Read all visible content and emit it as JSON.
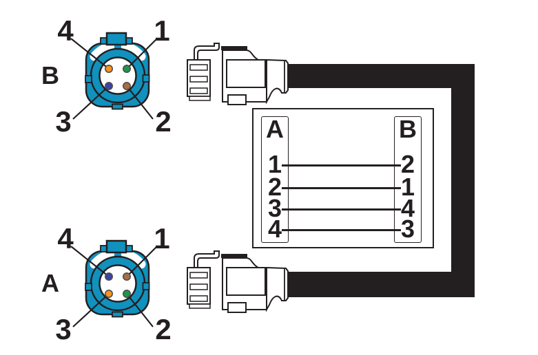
{
  "colors": {
    "teal": "#1191BE",
    "ink": "#231F20",
    "cable": "#231F20",
    "pin-outline": "#4D4D4D"
  },
  "connector_b": {
    "label": "B",
    "callouts": {
      "top_left": "4",
      "top_right": "1",
      "bottom_left": "3",
      "bottom_right": "2"
    },
    "pin_colors": {
      "top_left": "#F7941E",
      "top_right": "#219549",
      "bottom_left": "#3C43A6",
      "bottom_right": "#A86F44"
    }
  },
  "connector_a": {
    "label": "A",
    "callouts": {
      "top_left": "4",
      "top_right": "1",
      "bottom_left": "3",
      "bottom_right": "2"
    },
    "pin_colors": {
      "top_left": "#3C43A6",
      "top_right": "#A86F44",
      "bottom_left": "#F7941E",
      "bottom_right": "#219549"
    }
  },
  "wiring_table": {
    "left_header": "A",
    "right_header": "B",
    "rows": [
      {
        "a": "1",
        "b": "2"
      },
      {
        "a": "2",
        "b": "1"
      },
      {
        "a": "3",
        "b": "4"
      },
      {
        "a": "4",
        "b": "3"
      }
    ]
  }
}
